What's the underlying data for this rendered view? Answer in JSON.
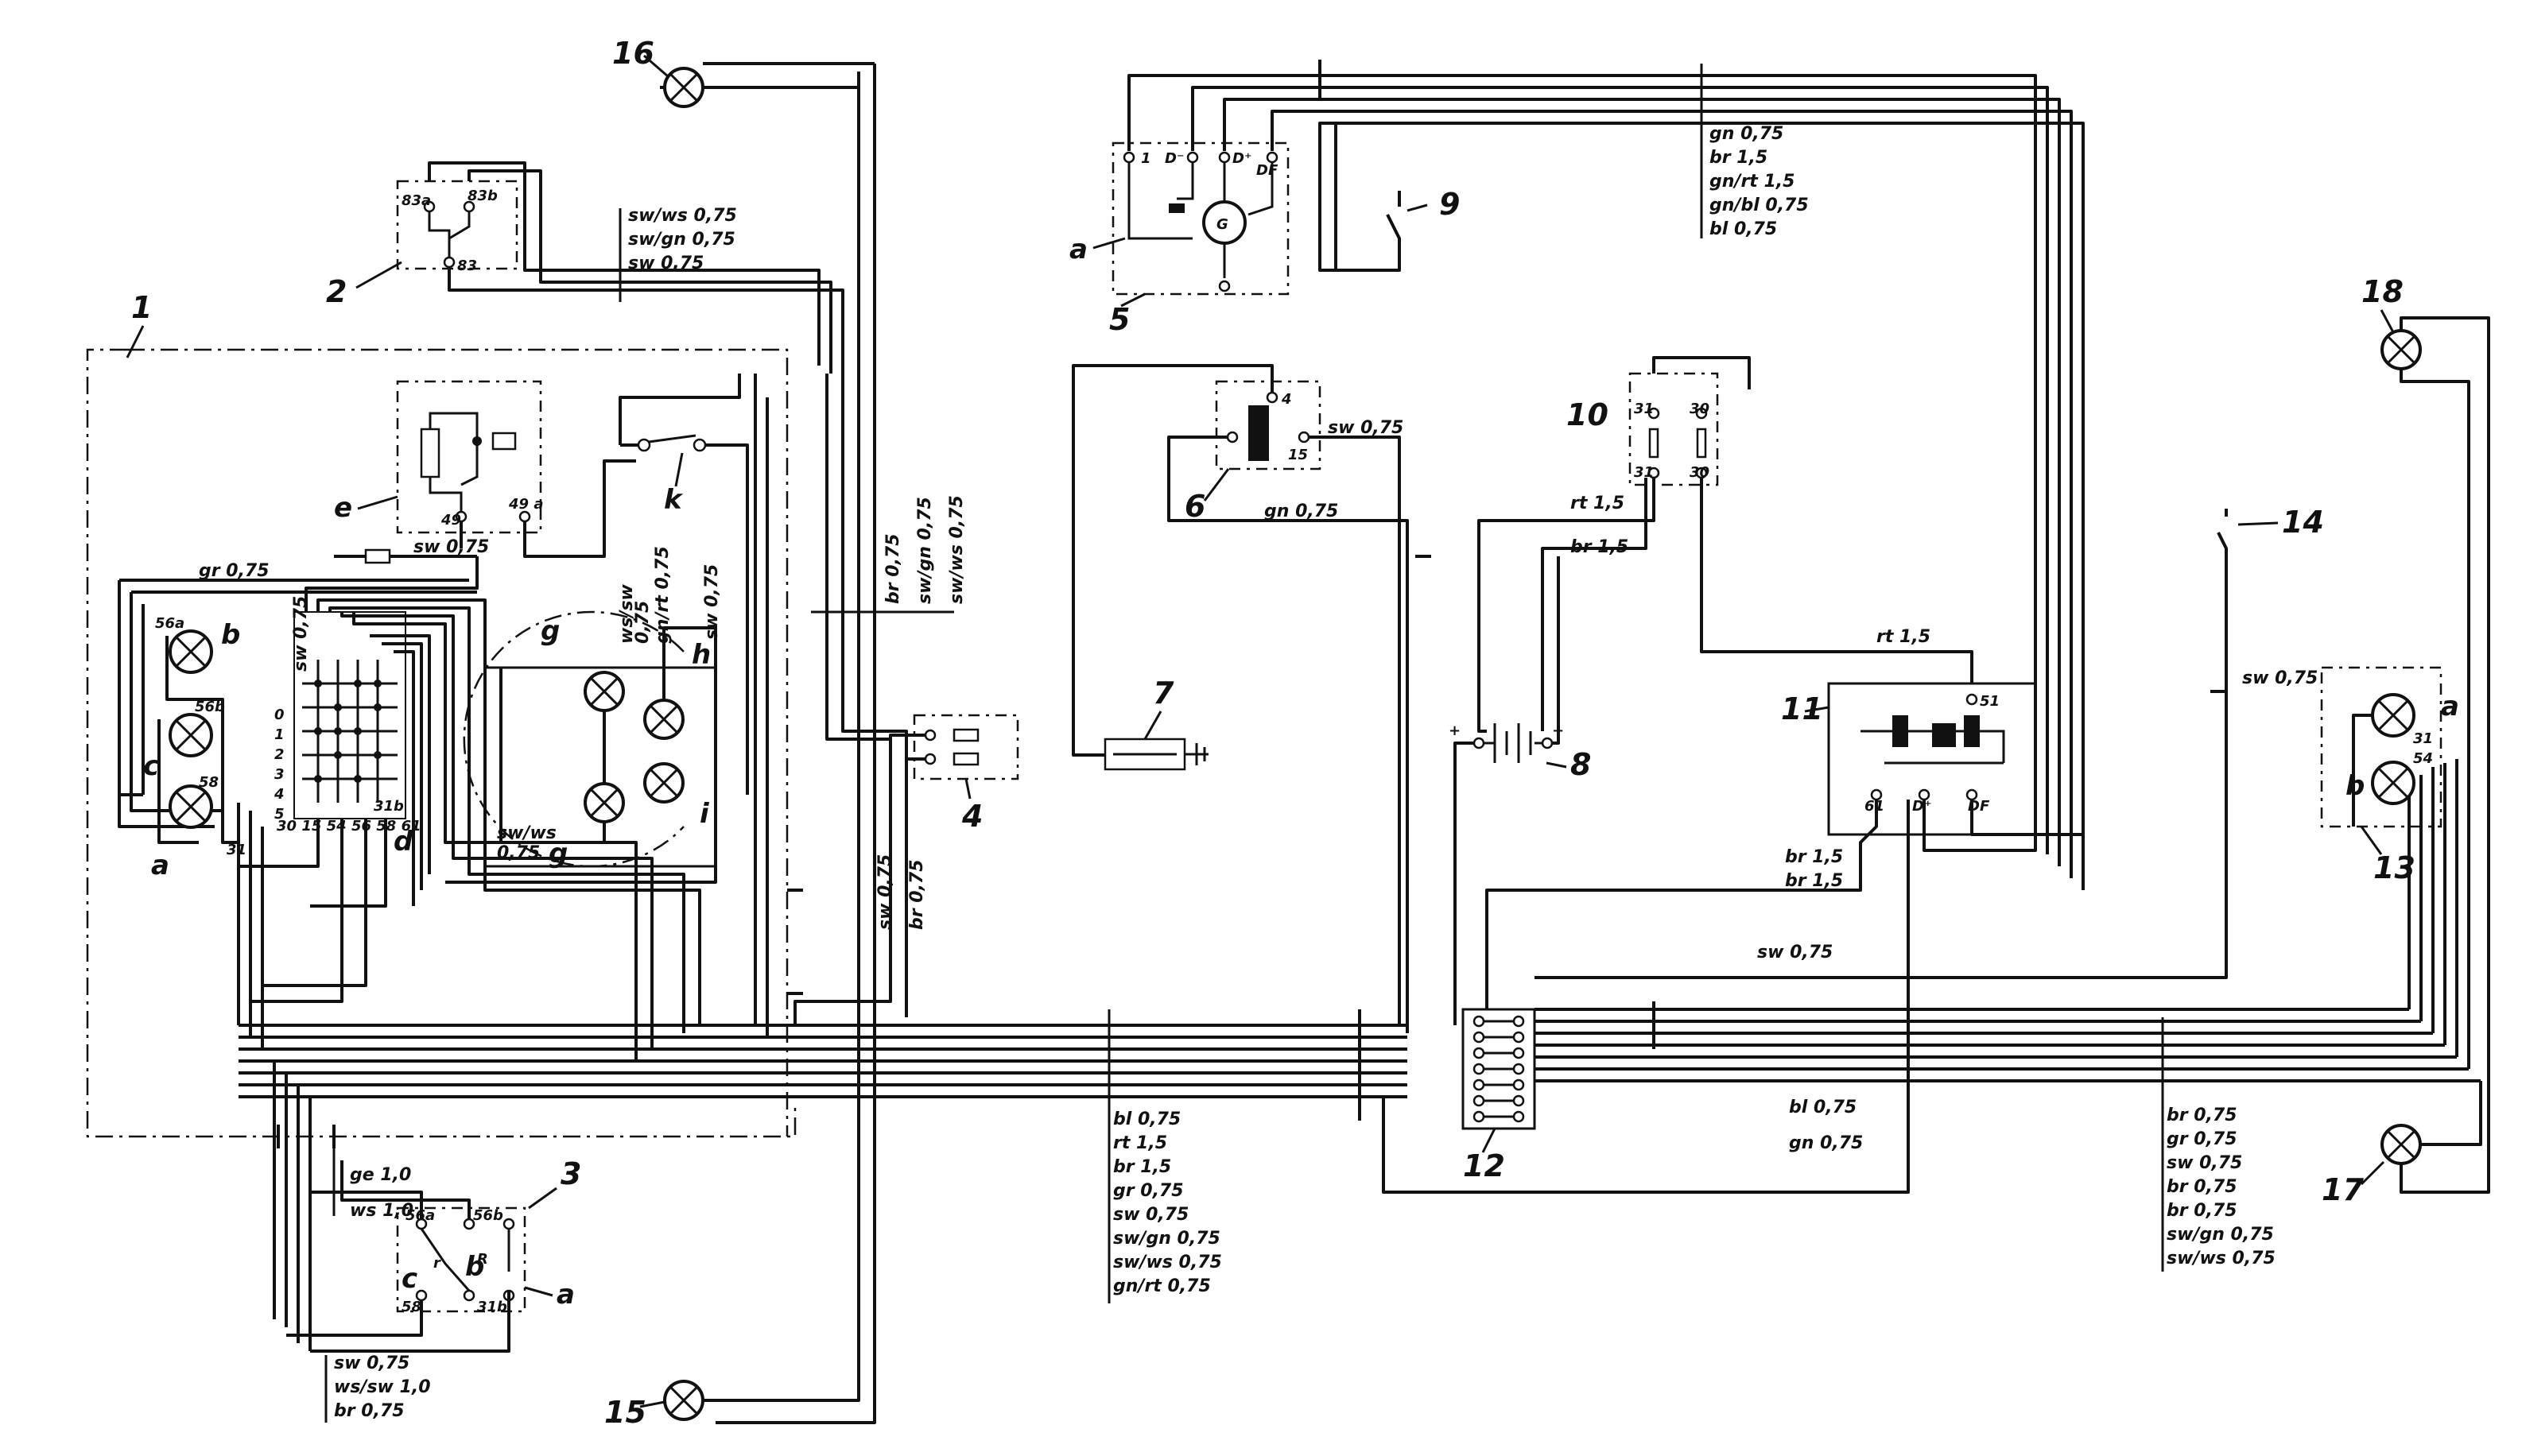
{
  "components": {
    "c1": "1",
    "c2": "2",
    "c3": "3",
    "c4": "4",
    "c5": "5",
    "c6": "6",
    "c7": "7",
    "c8": "8",
    "c9": "9",
    "c10": "10",
    "c11": "11",
    "c12": "12",
    "c13": "13",
    "c14": "14",
    "c15": "15",
    "c16": "16",
    "c17": "17",
    "c18": "18"
  },
  "letters": {
    "a1": "a",
    "a3": "a",
    "a5": "a",
    "a13": "a",
    "b1": "b",
    "b3": "b",
    "b13": "b",
    "c1": "c",
    "c3": "c",
    "d": "d",
    "e": "e",
    "g1": "g",
    "g2": "g",
    "h": "h",
    "i": "i",
    "k": "k"
  },
  "terminals": {
    "t56a": "56a",
    "t56b": "56b",
    "t58": "58",
    "t31": "31",
    "t0": "0",
    "t1": "1",
    "t2": "2",
    "t3": "3",
    "t4": "4",
    "t5": "5",
    "row": "30 15 54 56 58 61",
    "t31b": "31b",
    "t49": "49",
    "t49a": "49 a",
    "t2a": "83a",
    "t2b": "83b",
    "t83": "83",
    "s56a": "56a",
    "s56b": "56b",
    "s58": "58",
    "s31b": "31b",
    "sr": "r",
    "sr2": "R",
    "g1": "1",
    "gD": "D⁻",
    "gDp": "D⁺",
    "gDF": "DF",
    "gG": "G",
    "i4": "4",
    "i15": "15",
    "f31a": "31",
    "f30a": "30",
    "f31b": "31",
    "f30b": "30",
    "r51": "51",
    "r61": "61",
    "rDp": "D⁺",
    "rDF": "DF",
    "l31": "31",
    "l54": "54",
    "bplus": "+",
    "bminus": "−"
  },
  "wire_labels": {
    "sw_ws_top": "sw/ws 0,75",
    "sw_gn_top": "sw/gn 0,75",
    "sw_top": "sw 0,75",
    "gr_left": "gr 0,75",
    "sw_e": "sw 0,75",
    "sw_d": "sw 0,75",
    "ws_sw_g": "ws/sw",
    "gn_rt": "gn/rt 0,75",
    "sw_h": "sw 0,75",
    "sw_ws_g2": "sw/ws",
    "v075": "0,75",
    "v075b": "0,75",
    "br_mid": "br 0,75",
    "sw_gn_mid": "sw/gn 0,75",
    "sw_ws_mid": "sw/ws 0,75",
    "sw_4": "sw 0,75",
    "br_4": "br 0,75",
    "gn_g": "gn 0,75",
    "br_g": "br 1,5",
    "gn_rt_g": "gn/rt 1,5",
    "gn_bl_g": "gn/bl 0,75",
    "bl_g": "bl 0,75",
    "sw_6": "sw 0,75",
    "gn_6": "gn 0,75",
    "rt_10": "rt 1,5",
    "br_10": "br 1,5",
    "rt_11": "rt 1,5",
    "br_11a": "br 1,5",
    "br_11b": "br 1,5",
    "sw_12": "sw 0,75",
    "bl_12": "bl 0,75",
    "gn_12": "gn 0,75",
    "sw_13": "sw 0,75",
    "ge_3": "ge 1,0",
    "ws_3": "ws 1,0",
    "b1": "bl 0,75",
    "b2": "rt 1,5",
    "b3": "br 1,5",
    "b4": "gr 0,75",
    "b5": "sw 0,75",
    "b6": "sw/gn 0,75",
    "b7": "sw/ws 0,75",
    "b8": "gn/rt 0,75",
    "r1": "br 0,75",
    "r2": "gr 0,75",
    "r3": "sw 0,75",
    "r4": "br 0,75",
    "r5": "br 0,75",
    "r6": "sw/gn 0,75",
    "r7": "sw/ws 0,75",
    "l1": "sw 0,75",
    "l2": "ws/sw 1,0",
    "l3": "br 0,75"
  }
}
